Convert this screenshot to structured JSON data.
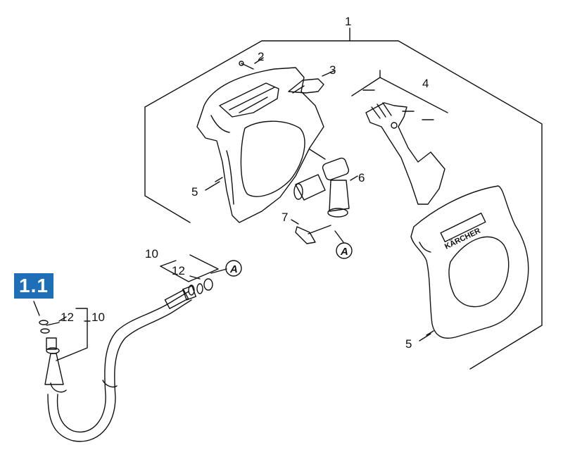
{
  "badge": {
    "label": "1.1",
    "color": "#1f6fb8"
  },
  "callouts": {
    "c1": "1",
    "c2": "2",
    "c3": "3",
    "c4": "4",
    "c5_top": "5",
    "c5_bottom": "5",
    "c6": "6",
    "c7": "7",
    "c10_mid": "10",
    "c12_mid": "12",
    "c12_left": "12",
    "c10_left": "10"
  },
  "connectors": {
    "a_top": "A",
    "a_mid": "A"
  },
  "brand_mark": "KÄRCHER"
}
